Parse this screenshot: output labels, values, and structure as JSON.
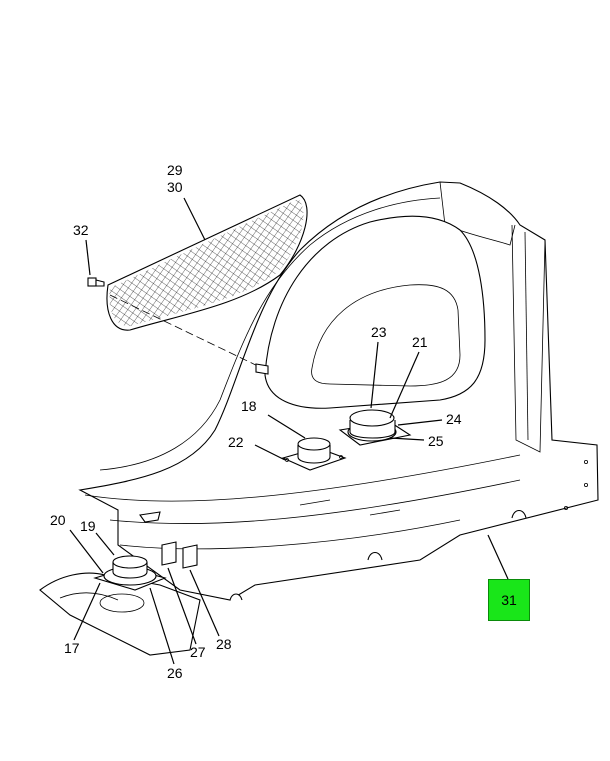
{
  "callouts": {
    "c29": "29",
    "c30": "30",
    "c32": "32",
    "c23": "23",
    "c21": "21",
    "c24": "24",
    "c25": "25",
    "c18": "18",
    "c22": "22",
    "c20": "20",
    "c19": "19",
    "c17": "17",
    "c26": "26",
    "c27": "27",
    "c28": "28",
    "c31": "31"
  },
  "highlight": {
    "label": "31",
    "color": "#19e619"
  }
}
